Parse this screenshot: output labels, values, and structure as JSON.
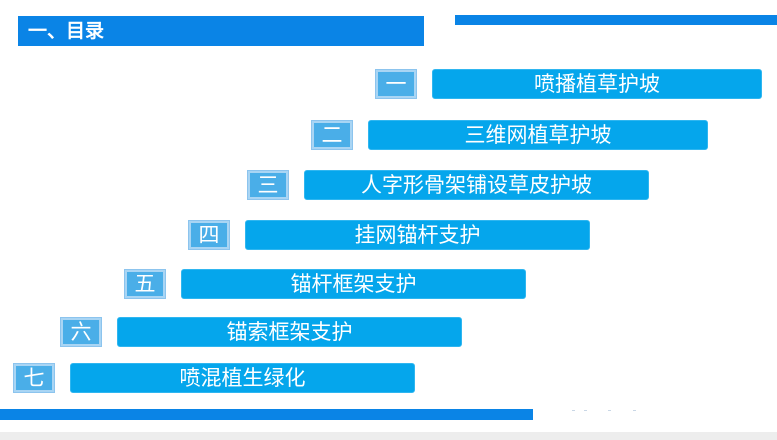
{
  "header": {
    "title": "一、目录"
  },
  "toc": {
    "items": [
      {
        "number": "一",
        "label": "喷播植草护坡"
      },
      {
        "number": "二",
        "label": "三维网植草护坡"
      },
      {
        "number": "三",
        "label": "人字形骨架铺设草皮护坡"
      },
      {
        "number": "四",
        "label": "挂网锚杆支护"
      },
      {
        "number": "五",
        "label": "锚杆框架支护"
      },
      {
        "number": "六",
        "label": "锚索框架支护"
      },
      {
        "number": "七",
        "label": "喷混植生绿化"
      }
    ]
  },
  "colors": {
    "accent": "#0a84e6",
    "item_fill": "#05a6ec",
    "number_fill": "#4aaee8",
    "background": "#ffffff"
  }
}
